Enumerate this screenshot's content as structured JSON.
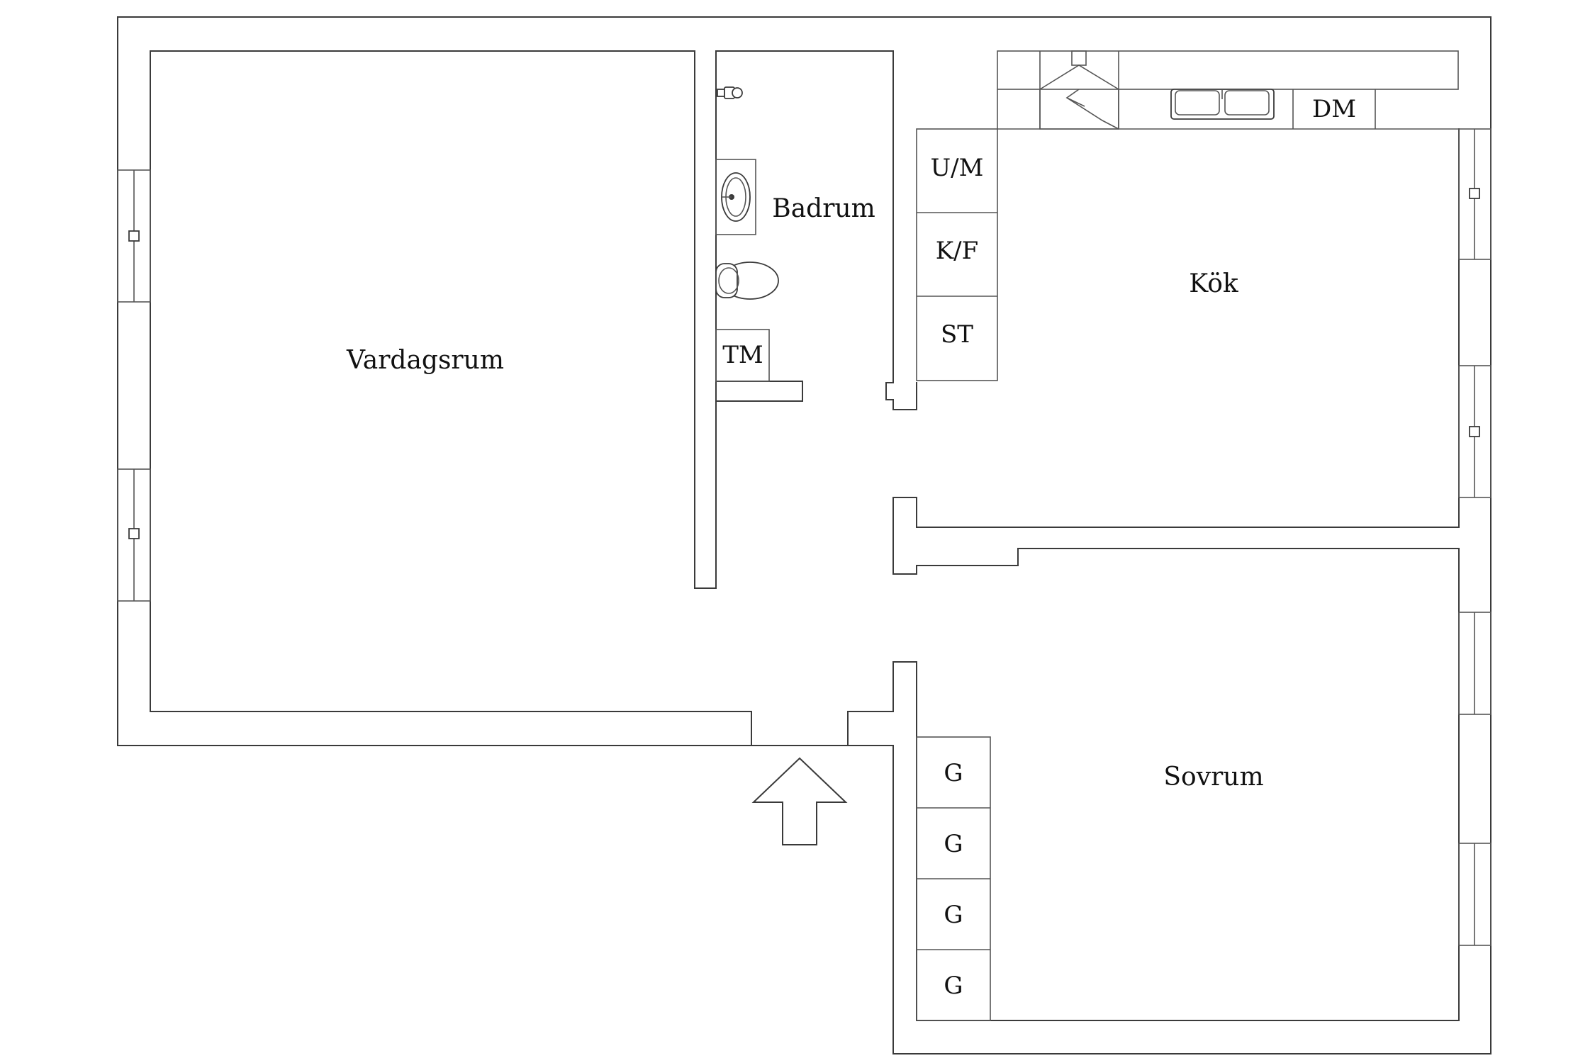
{
  "rooms": {
    "living": "Vardagsrum",
    "bathroom": "Badrum",
    "kitchen": "Kök",
    "bedroom": "Sovrum"
  },
  "appliances": {
    "tm": "TM",
    "um": "U/M",
    "kf": "K/F",
    "st": "ST",
    "dm": "DM",
    "wardrobes": [
      "G",
      "G",
      "G",
      "G"
    ]
  },
  "icons": {
    "entrance": "entrance-arrow-icon",
    "toilet": "toilet-icon",
    "sink": "sink-icon",
    "kitchen_sink": "kitchen-sink-icon",
    "hood": "range-hood-icon",
    "faucet": "faucet-icon"
  },
  "colors": {
    "wall": "#3a3a3a",
    "background": "#ffffff",
    "text": "#111111"
  }
}
